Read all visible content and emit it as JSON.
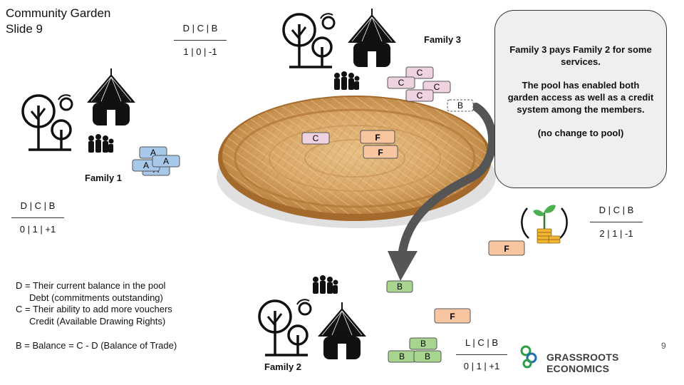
{
  "slide": {
    "title": "Community Garden\nSlide 9",
    "page_number": "9"
  },
  "ledgers": {
    "top": {
      "header": "D | C | B",
      "values": "1  | 0 | -1"
    },
    "family1": {
      "header": "D | C | B",
      "values": "0  | 1 | +1"
    },
    "family3": {
      "header": "D | C | B",
      "values": "2  | 1 | -1"
    },
    "family2": {
      "header": "L | C | B",
      "values": "0  |  1 | +1"
    }
  },
  "families": {
    "family1": {
      "label": "Family 1"
    },
    "family2": {
      "label": "Family 2"
    },
    "family3": {
      "label": "Family 3"
    }
  },
  "callout": {
    "line1": "Family 3 pays Family 2 for some services.",
    "line2": "The pool has enabled both garden access as well as a credit system among the members.",
    "line3": "(no change to pool)"
  },
  "legend": {
    "d_line": "D = Their current balance in the pool",
    "d_desc": "Debt (commitments outstanding)",
    "c_line": "C = Their ability to add more vouchers",
    "c_desc": "Credit (Available Drawing Rights)",
    "b_line": "B  = Balance = C - D (Balance of Trade)"
  },
  "vouchers": {
    "family1": [
      "A",
      "A",
      "A",
      "A"
    ],
    "family3": [
      "C",
      "C",
      "C",
      "C"
    ],
    "family3_pending": "B",
    "pool": [
      "C",
      "F",
      "F"
    ],
    "moving": "B",
    "right_f": "F",
    "family2_f": "F",
    "family2_b": [
      "B",
      "B",
      "B"
    ]
  },
  "brand": {
    "name": "GRASSROOTS ECONOMICS"
  },
  "colors": {
    "voucher_a": "#a8c8ea",
    "voucher_c": "#efd2e0",
    "voucher_f": "#f7c6a0",
    "voucher_b": "#a7d58f",
    "arrow": "#555555",
    "callout_bg": "#efefef",
    "brand_green": "#2e9e44",
    "brand_blue": "#1f6fb2"
  },
  "icons": [
    "tree-icon",
    "hut-icon",
    "people-icon",
    "sun-icon",
    "basket-image",
    "seedling-coins-icon",
    "brand-logo-icon"
  ]
}
